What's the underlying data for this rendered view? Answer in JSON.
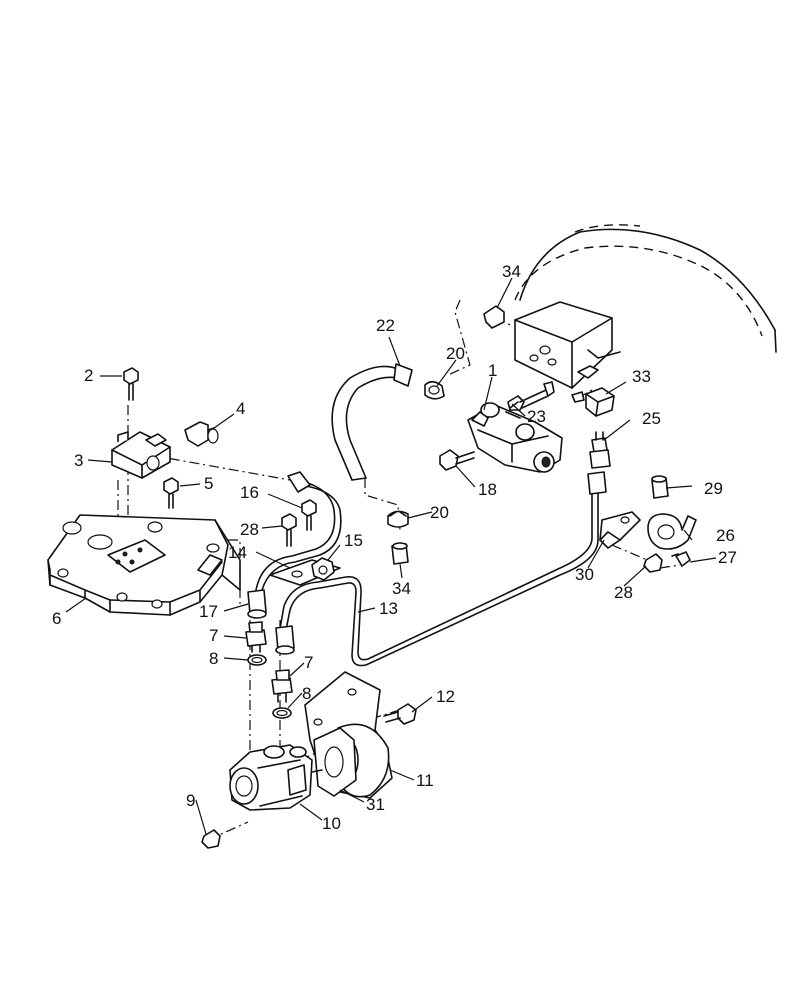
{
  "callouts": {
    "c1": "1",
    "c2": "2",
    "c3": "3",
    "c4": "4",
    "c5": "5",
    "c6": "6",
    "c7a": "7",
    "c7b": "7",
    "c8a": "8",
    "c8b": "8",
    "c9": "9",
    "c10": "10",
    "c11": "11",
    "c12": "12",
    "c13": "13",
    "c14": "14",
    "c15": "15",
    "c16": "16",
    "c17": "17",
    "c18": "18",
    "c20a": "20",
    "c20b": "20",
    "c22": "22",
    "c23": "23",
    "c25": "25",
    "c26": "26",
    "c27": "27",
    "c28a": "28",
    "c28b": "28",
    "c29": "29",
    "c30": "30",
    "c31": "31",
    "c33": "33",
    "c34a": "34",
    "c34b": "34"
  }
}
